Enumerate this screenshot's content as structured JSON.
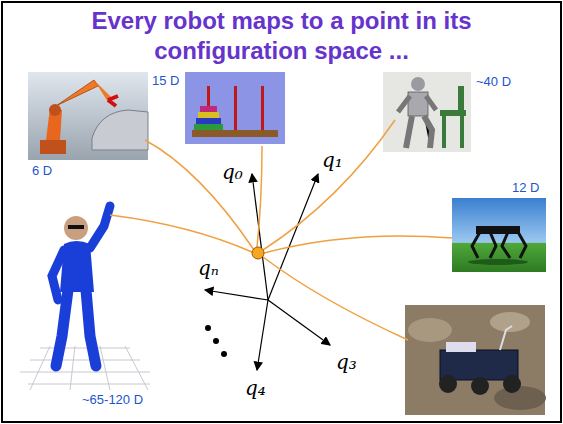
{
  "diagram": {
    "title": "Every robot maps to a point in its configuration space ...",
    "labels": [
      "6 D",
      "15 D",
      "~40 D",
      "12 D",
      "~65-120 D",
      "q₀",
      "q₁",
      "qₙ",
      "q₃",
      "q₄"
    ]
  }
}
